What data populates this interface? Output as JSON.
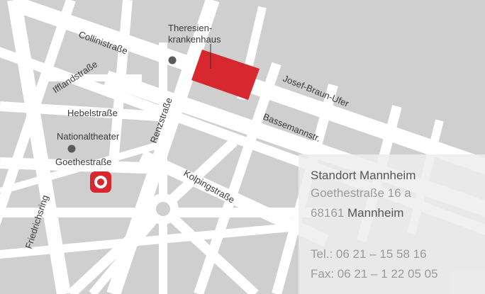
{
  "colors": {
    "background": "#cfcfcf",
    "street": "#ffffff",
    "building": "#d7282f",
    "poi_dot": "#5a5a5a",
    "marker": "#d7282f",
    "text": "#3a3a3a"
  },
  "map": {
    "streets": [
      {
        "name": "Collinistraße"
      },
      {
        "name": "Iffland­straße"
      },
      {
        "name": "Hebelstraße"
      },
      {
        "name": "Renzstraße"
      },
      {
        "name": "Josef-Braun-Ufer"
      },
      {
        "name": "Bassemannstr."
      },
      {
        "name": "Goethestraße"
      },
      {
        "name": "Kolpingstraße"
      },
      {
        "name": "Friedrichsring"
      }
    ],
    "pois": {
      "hospital_line1": "Theresien-",
      "hospital_line2": "krankenhaus",
      "theater": "Nationaltheater"
    },
    "icons": {
      "hospital": "building-marker",
      "theater": "dot-marker",
      "location": "target-location-icon"
    }
  },
  "info": {
    "title": "Standort Mannheim",
    "street": "Goethestraße 16 a",
    "postal": "68161",
    "city": "Mannheim",
    "phone_label": "Tel.:",
    "phone": "06 21 – 15 58 16",
    "fax_label": "Fax:",
    "fax": "06 21 – 1 22 05 05"
  }
}
